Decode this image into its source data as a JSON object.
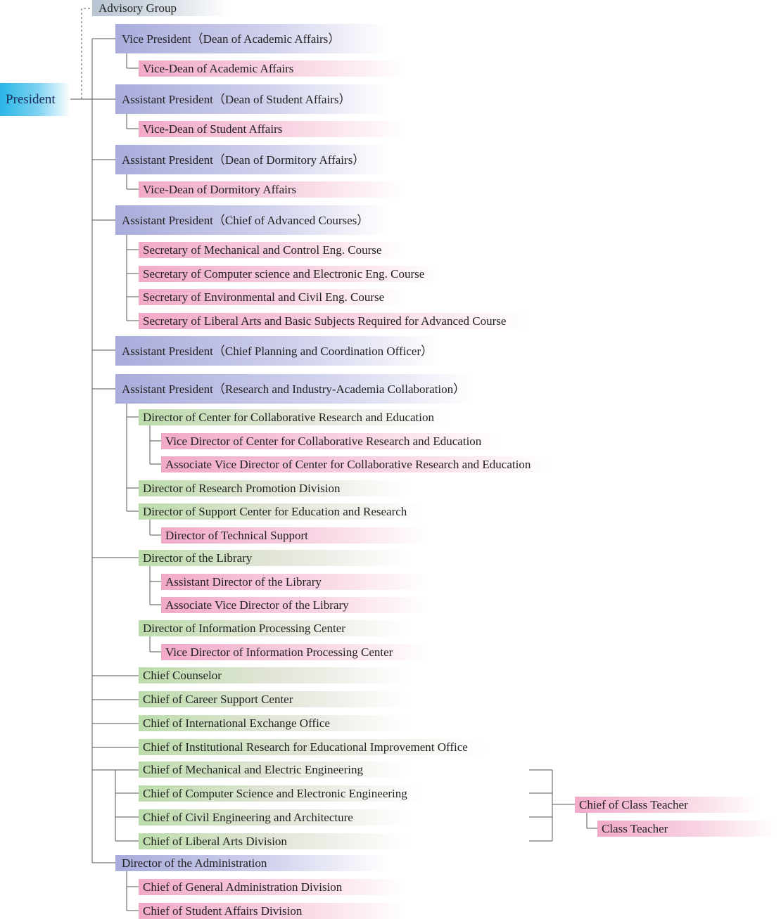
{
  "nodes": [
    {
      "id": "president",
      "label": "President",
      "style": "president"
    },
    {
      "id": "advisory-group",
      "label": "Advisory Group",
      "style": "grey"
    },
    {
      "id": "vp-academic",
      "label": "Vice President（Dean of Academic Affairs）",
      "style": "blue"
    },
    {
      "id": "vd-academic",
      "label": "Vice-Dean of Academic Affairs",
      "style": "pink"
    },
    {
      "id": "ap-student",
      "label": "Assistant President（Dean of Student Affairs）",
      "style": "blue"
    },
    {
      "id": "vd-student",
      "label": "Vice-Dean of Student Affairs",
      "style": "pink"
    },
    {
      "id": "ap-dormitory",
      "label": "Assistant President（Dean of Dormitory Affairs）",
      "style": "blue"
    },
    {
      "id": "vd-dormitory",
      "label": "Vice-Dean of Dormitory Affairs",
      "style": "pink"
    },
    {
      "id": "ap-advanced",
      "label": "Assistant President（Chief of Advanced Courses）",
      "style": "blue"
    },
    {
      "id": "sec-mech",
      "label": "Secretary of Mechanical and Control Eng. Course",
      "style": "pink"
    },
    {
      "id": "sec-cs",
      "label": "Secretary of Computer science and Electronic Eng. Course",
      "style": "pink"
    },
    {
      "id": "sec-env",
      "label": "Secretary of Environmental and Civil Eng. Course",
      "style": "pink"
    },
    {
      "id": "sec-liberal",
      "label": "Secretary of Liberal Arts and Basic Subjects Required for Advanced Course",
      "style": "pink"
    },
    {
      "id": "ap-planning",
      "label": "Assistant President（Chief Planning and Coordination Officer）",
      "style": "blue"
    },
    {
      "id": "ap-research",
      "label": "Assistant President（Research and Industry-Academia Collaboration）",
      "style": "blue"
    },
    {
      "id": "dir-ccre",
      "label": "Director of Center for Collaborative Research and Education",
      "style": "green"
    },
    {
      "id": "vdir-ccre",
      "label": "Vice Director of Center for Collaborative Research and Education",
      "style": "pink"
    },
    {
      "id": "avdir-ccre",
      "label": "Associate Vice Director of Center for Collaborative Research and Education",
      "style": "pink"
    },
    {
      "id": "dir-rpd",
      "label": "Director of Research Promotion Division",
      "style": "green"
    },
    {
      "id": "dir-support",
      "label": "Director of Support Center for Education and Research",
      "style": "green"
    },
    {
      "id": "dir-tech",
      "label": "Director of Technical Support",
      "style": "pink"
    },
    {
      "id": "dir-library",
      "label": "Director of the Library",
      "style": "green"
    },
    {
      "id": "adir-library",
      "label": "Assistant Director of the Library",
      "style": "pink"
    },
    {
      "id": "avdir-library",
      "label": "Associate Vice Director of the Library",
      "style": "pink"
    },
    {
      "id": "dir-ipc",
      "label": "Director of Information Processing Center",
      "style": "green"
    },
    {
      "id": "vdir-ipc",
      "label": "Vice Director of Information Processing Center",
      "style": "pink"
    },
    {
      "id": "chief-counselor",
      "label": "Chief Counselor",
      "style": "green"
    },
    {
      "id": "chief-career",
      "label": "Chief of Career Support Center",
      "style": "green"
    },
    {
      "id": "chief-intl",
      "label": "Chief of International Exchange Office",
      "style": "green"
    },
    {
      "id": "chief-ir",
      "label": "Chief of Institutional Research for Educational Improvement Office",
      "style": "green"
    },
    {
      "id": "chief-mech",
      "label": "Chief of Mechanical and Electric Engineering",
      "style": "green"
    },
    {
      "id": "chief-cs",
      "label": "Chief of Computer Science and Electronic Engineering",
      "style": "green"
    },
    {
      "id": "chief-civil",
      "label": "Chief of Civil Engineering and Architecture",
      "style": "green"
    },
    {
      "id": "chief-liberal",
      "label": "Chief of Liberal Arts Division",
      "style": "green"
    },
    {
      "id": "chief-class-teacher",
      "label": "Chief of Class Teacher",
      "style": "pink"
    },
    {
      "id": "class-teacher",
      "label": "Class Teacher",
      "style": "pink"
    },
    {
      "id": "dir-admin",
      "label": "Director of the Administration",
      "style": "blue"
    },
    {
      "id": "chief-general",
      "label": "Chief of General Administration Division",
      "style": "pink"
    },
    {
      "id": "chief-student",
      "label": "Chief of Student Affairs Division",
      "style": "pink"
    }
  ]
}
